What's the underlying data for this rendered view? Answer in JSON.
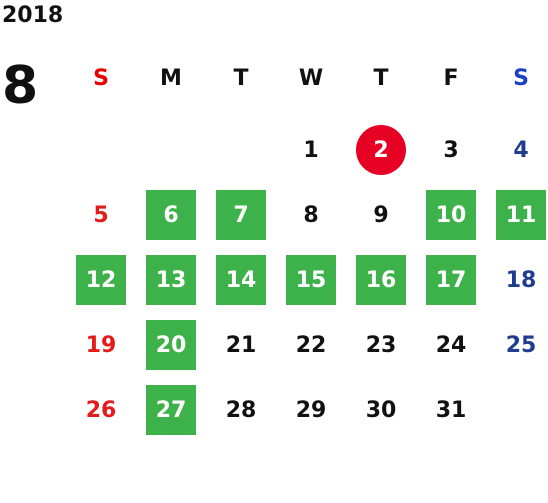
{
  "calendar": {
    "year": "2018",
    "month": "8",
    "weekdays": [
      {
        "label": "S",
        "color": "#e60000"
      },
      {
        "label": "M",
        "color": "#111111"
      },
      {
        "label": "T",
        "color": "#111111"
      },
      {
        "label": "W",
        "color": "#111111"
      },
      {
        "label": "T",
        "color": "#111111"
      },
      {
        "label": "F",
        "color": "#111111"
      },
      {
        "label": "S",
        "color": "#1a3fc8"
      }
    ],
    "weeks": [
      [
        null,
        null,
        null,
        {
          "day": "1"
        },
        {
          "day": "2",
          "today": true
        },
        {
          "day": "3"
        },
        {
          "day": "4"
        }
      ],
      [
        {
          "day": "5"
        },
        {
          "day": "6",
          "green": true
        },
        {
          "day": "7",
          "green": true
        },
        {
          "day": "8"
        },
        {
          "day": "9"
        },
        {
          "day": "10",
          "green": true
        },
        {
          "day": "11",
          "green": true
        }
      ],
      [
        {
          "day": "12",
          "green": true
        },
        {
          "day": "13",
          "green": true
        },
        {
          "day": "14",
          "green": true
        },
        {
          "day": "15",
          "green": true
        },
        {
          "day": "16",
          "green": true
        },
        {
          "day": "17",
          "green": true
        },
        {
          "day": "18"
        }
      ],
      [
        {
          "day": "19"
        },
        {
          "day": "20",
          "green": true
        },
        {
          "day": "21"
        },
        {
          "day": "22"
        },
        {
          "day": "23"
        },
        {
          "day": "24"
        },
        {
          "day": "25"
        }
      ],
      [
        {
          "day": "26"
        },
        {
          "day": "27",
          "green": true
        },
        {
          "day": "28"
        },
        {
          "day": "29"
        },
        {
          "day": "30"
        },
        {
          "day": "31"
        },
        null
      ]
    ],
    "colors": {
      "highlight_green": "#3db24a",
      "today_red": "#e60023",
      "sunday_red": "#e21b1b",
      "saturday_blue": "#1f3c8f"
    }
  }
}
